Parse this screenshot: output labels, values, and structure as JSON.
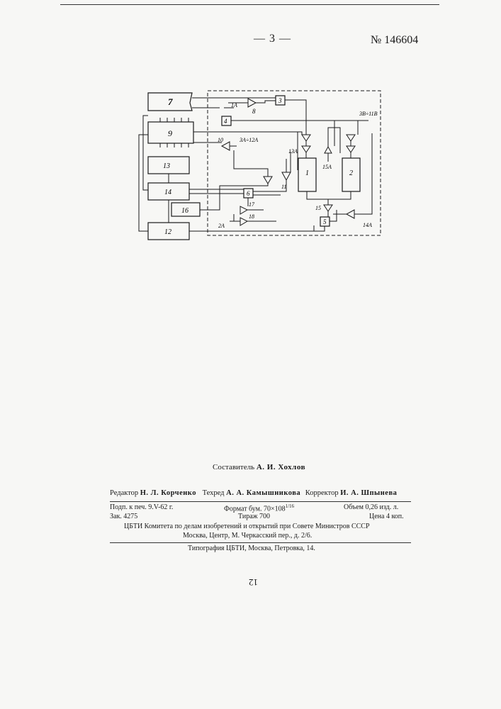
{
  "header": {
    "page_number": "— 3 —",
    "patent_number": "№ 146604"
  },
  "diagram": {
    "blocks": {
      "b7": "7",
      "b9": "9",
      "b13": "13",
      "b14": "14",
      "b16": "16",
      "b12": "12",
      "b1": "1",
      "b2": "2",
      "b3": "3",
      "b4": "4",
      "b5": "5",
      "b6": "6"
    },
    "labels": {
      "l8": "8",
      "l10": "10",
      "l11": "11",
      "l15": "15",
      "l17": "17",
      "l18": "18",
      "l1a": "1А",
      "l3a12a": "3А÷12А",
      "l13a": "13А",
      "l15a": "15А",
      "l3b11b": "3В÷11В",
      "l14a": "14А",
      "l2a": "2А"
    }
  },
  "compiler": {
    "label": "Составитель",
    "name": "А. И. Хохлов"
  },
  "credits": {
    "editor_label": "Редактор",
    "editor_name": "Н. Л. Корченко",
    "techred_label": "Техред",
    "techred_name": "А. А. Камышникова",
    "corrector_label": "Корректор",
    "corrector_name": "И. А. Шпынева",
    "signed": "Подп. к печ. 9.V-62 г.",
    "format": "Формат бум. 70×108",
    "format_frac": "1/16",
    "volume": "Объем 0,26 изд. л.",
    "order": "Зак. 4275",
    "print_run": "Тираж 700",
    "price": "Цена 4 коп.",
    "publisher_line1": "ЦБТИ Комитета по делам изобретений и открытий при Совете Министров СССР",
    "publisher_line2": "Москва, Центр, М. Черкасский пер., д. 2/6.",
    "printer": "Типография ЦБТИ, Москва, Петровка, 14."
  },
  "footer": {
    "page_number_rotated": "12"
  }
}
